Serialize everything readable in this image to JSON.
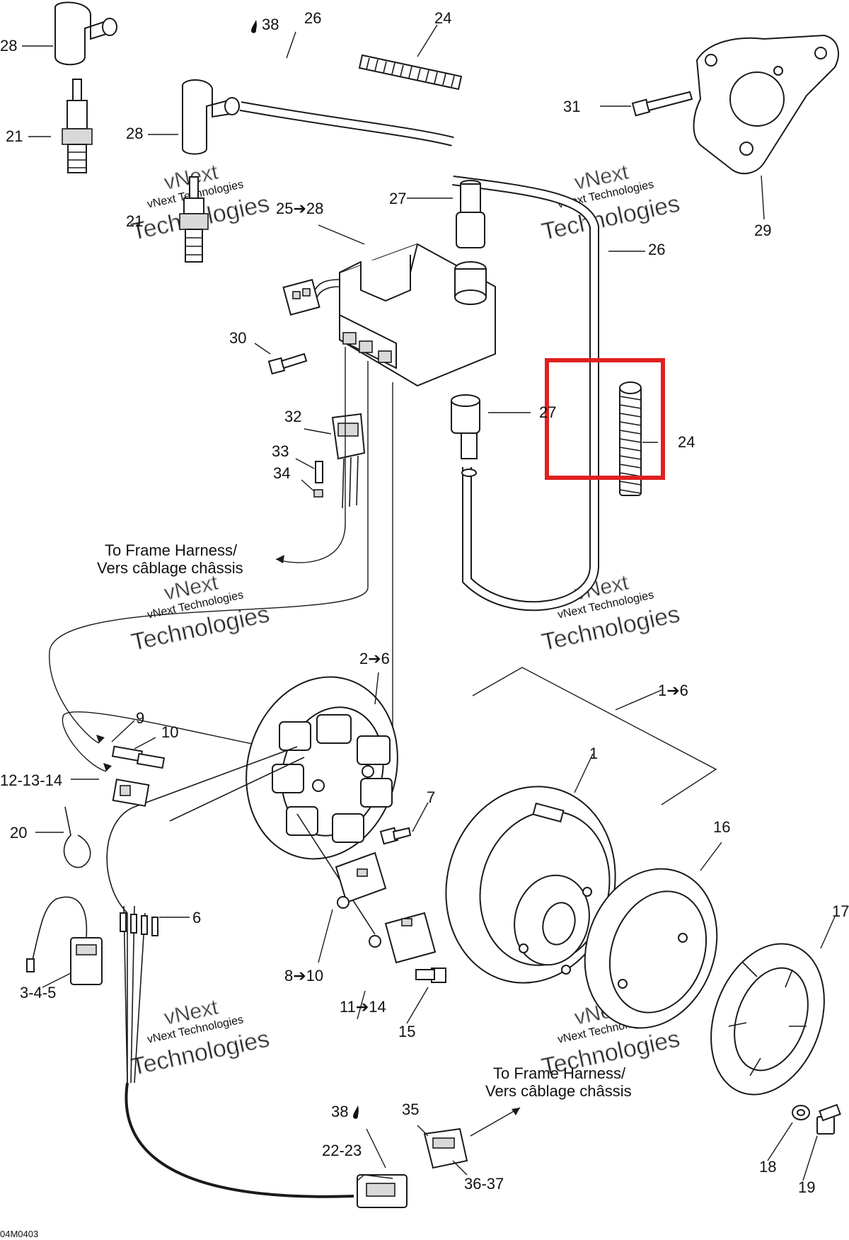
{
  "drawing_code": "04M0403",
  "watermark": {
    "line1": "vNext",
    "line2": "Technologies",
    "small": "vNext Technologies"
  },
  "routing_notes": [
    {
      "line1": "To Frame Harness/",
      "line2": "Vers câblage châssis"
    },
    {
      "line1": "To Frame Harness/",
      "line2": "Vers câblage châssis"
    }
  ],
  "callouts": {
    "c1": "1",
    "c1to6": "1➔6",
    "c2to6": "2➔6",
    "c3to5": "3-4-5",
    "c6": "6",
    "c7": "7",
    "c8to10": "8➔10",
    "c9": "9",
    "c10": "10",
    "c11to14": "11➔14",
    "c12to14": "12-13-14",
    "c15": "15",
    "c16": "16",
    "c17": "17",
    "c18": "18",
    "c19": "19",
    "c20": "20",
    "c21a": "21",
    "c21b": "21",
    "c22to23": "22-23",
    "c24a": "24",
    "c24b": "24",
    "c25to28": "25➔28",
    "c26a": "26",
    "c26b": "26",
    "c27a": "27",
    "c27b": "27",
    "c28a": "28",
    "c28b": "28",
    "c29": "29",
    "c30": "30",
    "c31": "31",
    "c32": "32",
    "c33": "33",
    "c34": "34",
    "c35": "35",
    "c36to37": "36-37",
    "c38a": "38",
    "c38b": "38"
  },
  "highlight": {
    "color": "#e02020",
    "target_callout": "24"
  }
}
